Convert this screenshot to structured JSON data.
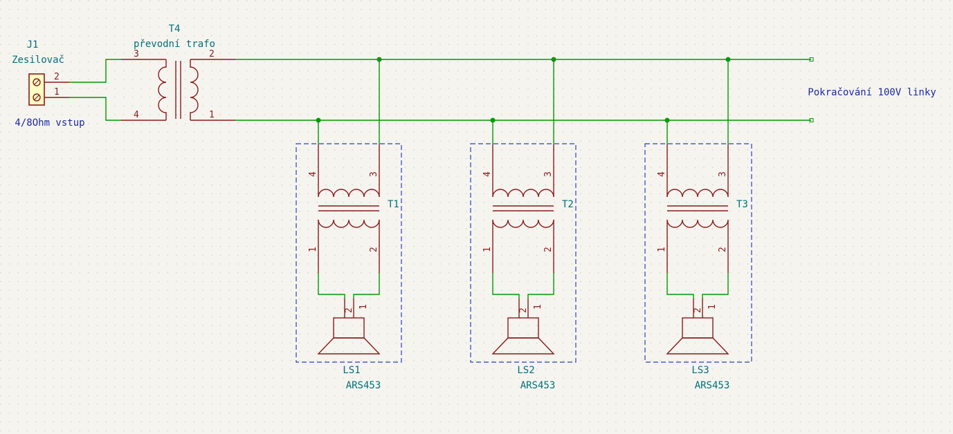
{
  "schematic": {
    "connector": {
      "ref": "J1",
      "value": "Zesilovač",
      "note": "4/8Ohm vstup",
      "pins": [
        "2",
        "1"
      ]
    },
    "line_transformer": {
      "ref": "T4",
      "value": "převodní trafo",
      "pins": [
        "3",
        "2",
        "4",
        "1"
      ]
    },
    "line_note": "Pokračování 100V linky",
    "units": [
      {
        "transformer": "T1",
        "speaker": "LS1",
        "value": "ARS453"
      },
      {
        "transformer": "T2",
        "speaker": "LS2",
        "value": "ARS453"
      },
      {
        "transformer": "T3",
        "speaker": "LS3",
        "value": "ARS453"
      }
    ],
    "unit_transformer_pins": [
      "4",
      "3",
      "1",
      "2"
    ],
    "speaker_pins": [
      "2",
      "1"
    ],
    "colors": {
      "background": "#f5f4ef",
      "wire": "#009a00",
      "symbol": "#8b1a1a",
      "reference": "#00707a",
      "note": "#1b2aa0",
      "frame": "#2b3cc0"
    }
  }
}
